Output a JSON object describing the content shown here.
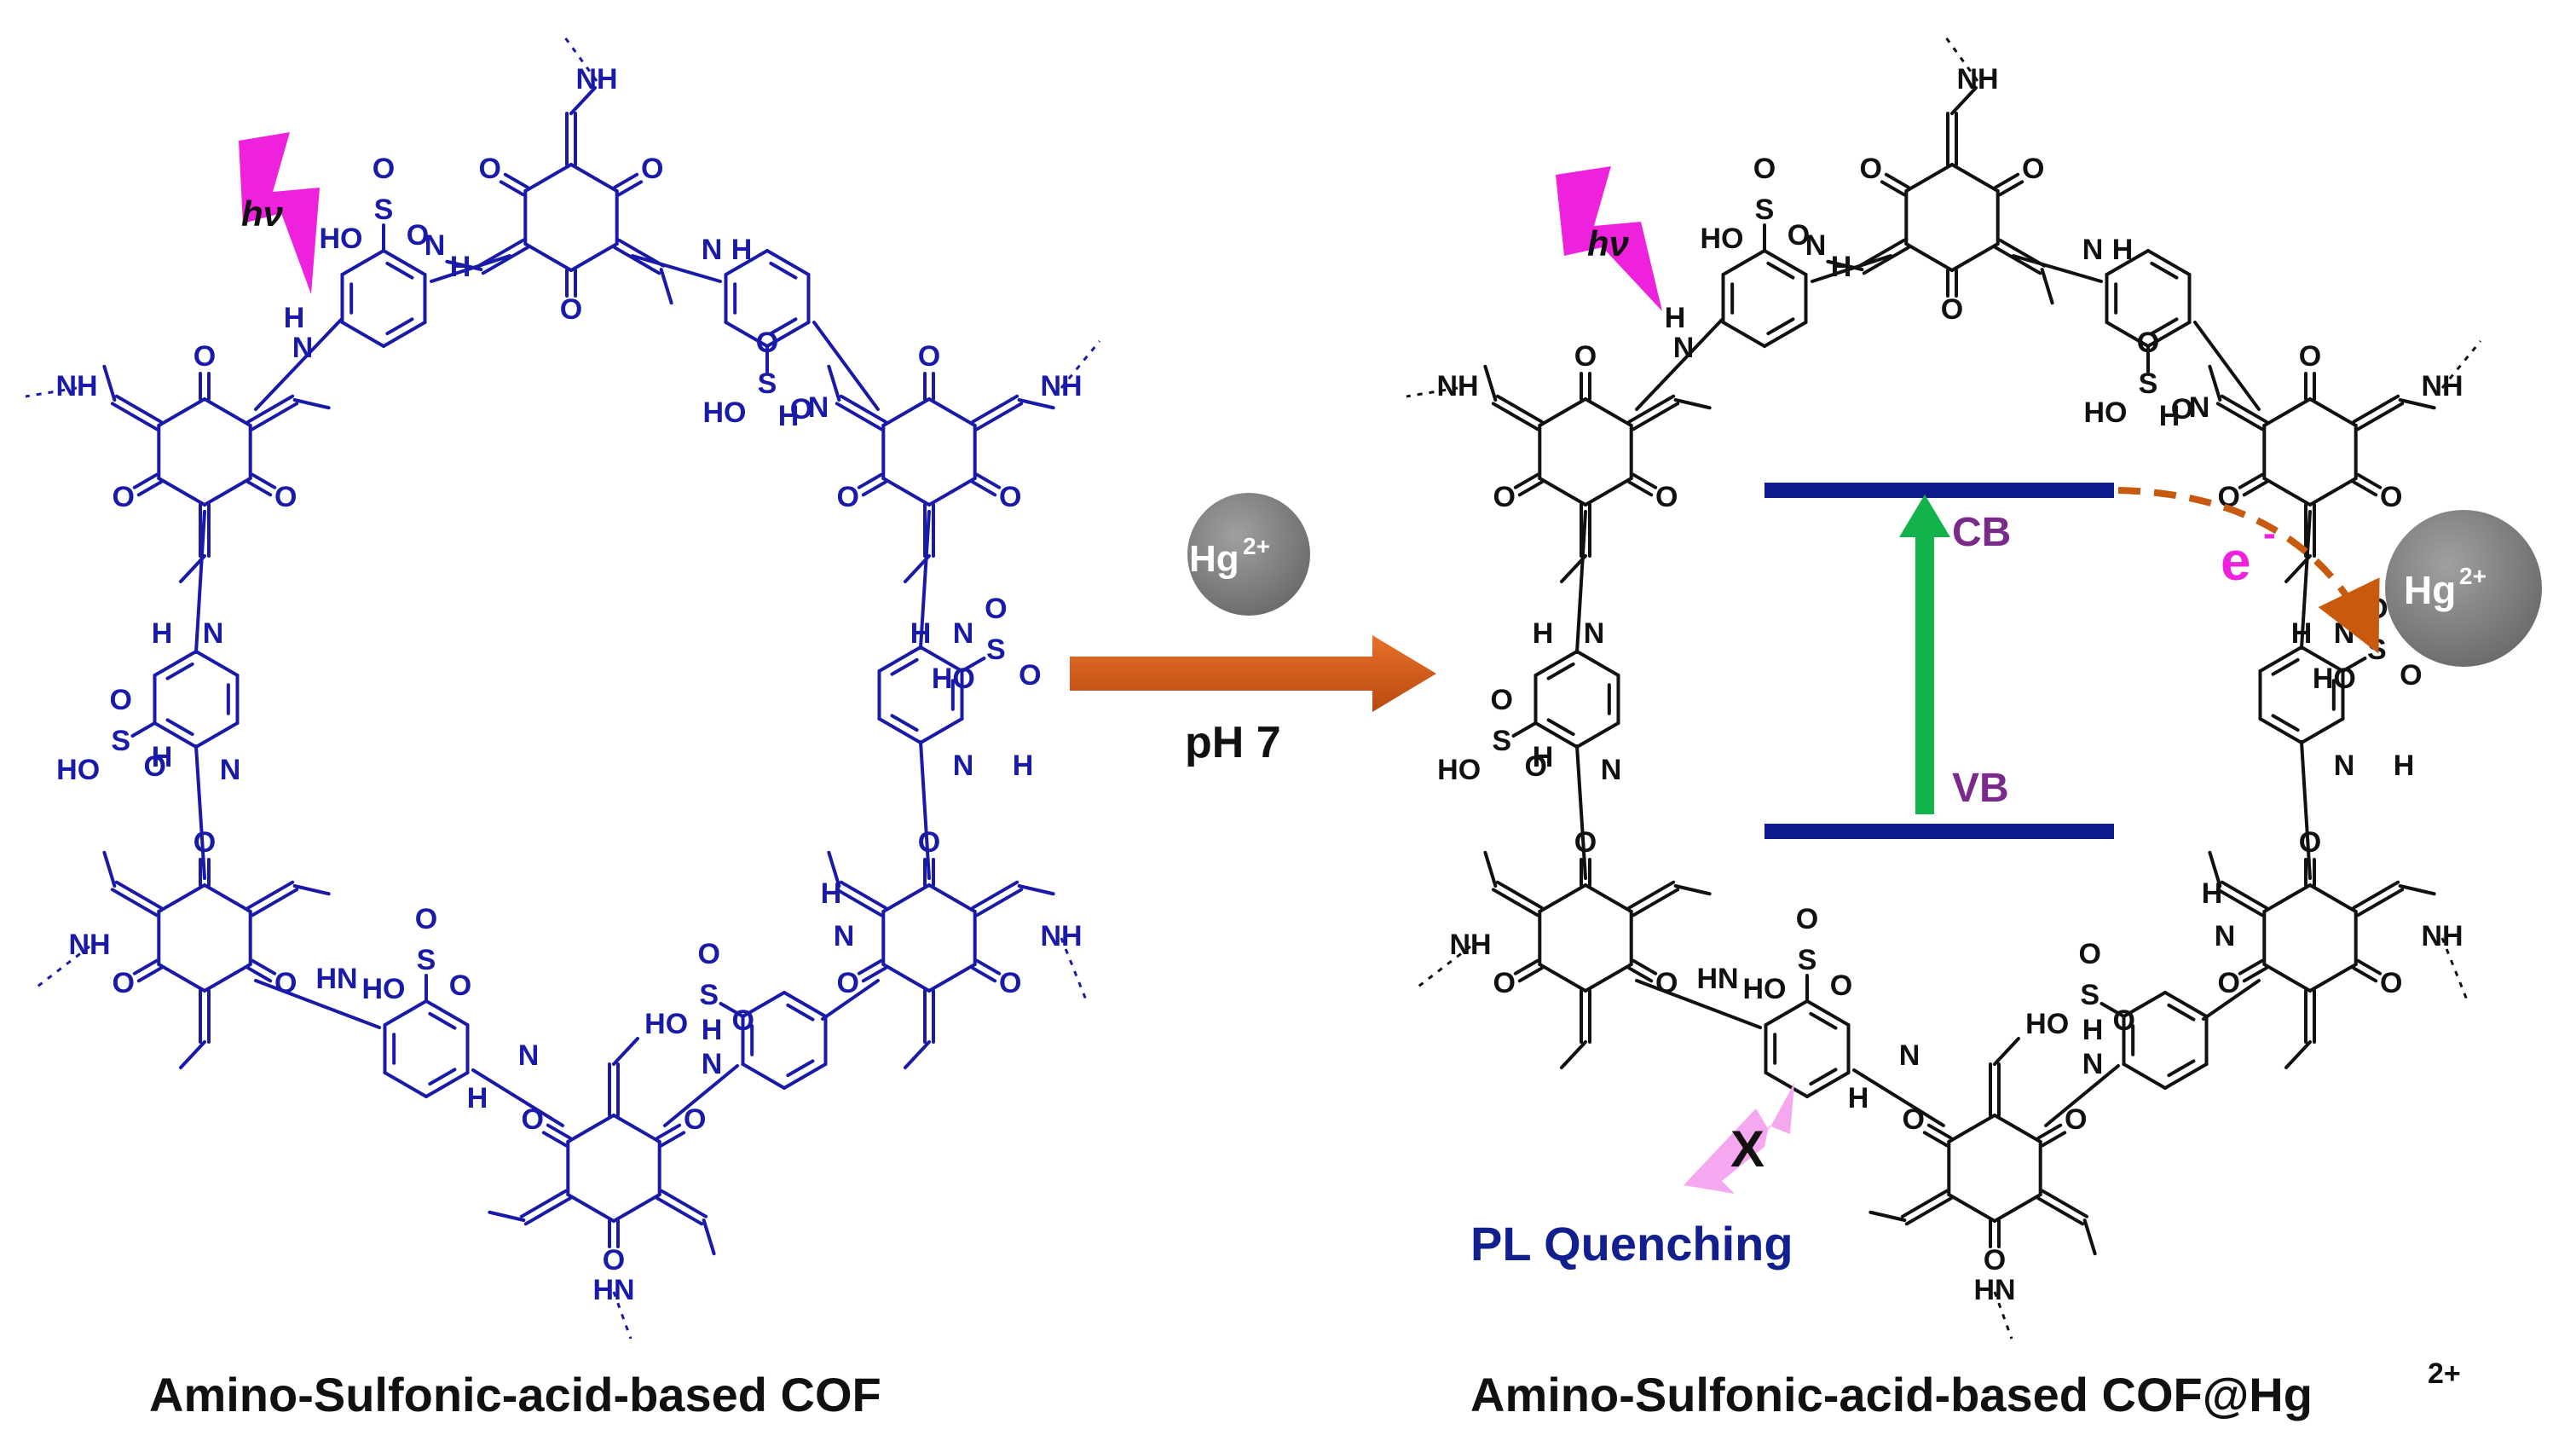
{
  "reaction": {
    "reagent": "Hg",
    "reagent_charge": "2+",
    "condition": "pH 7"
  },
  "left_panel": {
    "caption": "Amino-Sulfonic-acid-based COF",
    "light_label": "hν",
    "color": "#1a1aa8"
  },
  "right_panel": {
    "caption_main": "Amino-Sulfonic-acid-based COF@Hg",
    "caption_sup": "2+",
    "light_label": "hν",
    "cb_label": "CB",
    "vb_label": "VB",
    "electron_label": "e",
    "electron_sup": "-",
    "ion_label": "Hg",
    "ion_charge": "2+",
    "quench_label": "PL Quenching",
    "quench_mark": "X",
    "band_color": "#0d1a8c",
    "band_label_color": "#7a2a8a",
    "excitation_color": "#12b34a",
    "transfer_color": "#c85a10",
    "color": "#111111"
  },
  "atoms": {
    "O": "O",
    "NH": "NH",
    "HN": "HN",
    "N": "N",
    "H": "H",
    "S": "S",
    "OH": "OH",
    "HO": "HO"
  },
  "colors": {
    "arrow": "#d2581a",
    "lightning": "#ee22dd",
    "lightning_faded": "#f5a8f0",
    "ion_fill": "#7a7a7a",
    "caption": "#111111",
    "quench_text": "#12208e"
  }
}
